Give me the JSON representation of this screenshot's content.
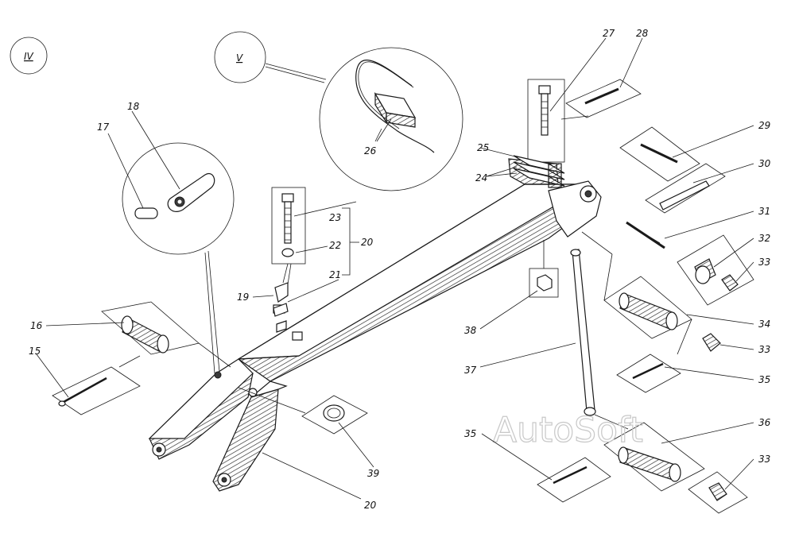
{
  "watermark": "AutoSoft",
  "views": {
    "iv": "IV",
    "v": "V"
  },
  "labels": {
    "n15": "15",
    "n16": "16",
    "n17": "17",
    "n18": "18",
    "n19": "19",
    "n20a": "20",
    "n20b": "20",
    "n21": "21",
    "n22": "22",
    "n23": "23",
    "n24": "24",
    "n25": "25",
    "n26": "26",
    "n27": "27",
    "n28": "28",
    "n29": "29",
    "n30": "30",
    "n31": "31",
    "n32": "32",
    "n33a": "33",
    "n33b": "33",
    "n33c": "33",
    "n34": "34",
    "n35a": "35",
    "n35b": "35",
    "n36": "36",
    "n37": "37",
    "n38": "38",
    "n39": "39"
  }
}
